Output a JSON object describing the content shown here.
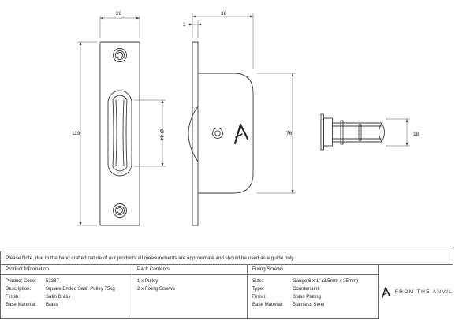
{
  "drawing": {
    "dims": {
      "width_front": "26",
      "height_front": "119",
      "slot": "Ø 44",
      "depth_side": "38",
      "plate_thick": "3",
      "case_height": "76",
      "wheel_width": "18"
    }
  },
  "note": {
    "text": "Please Note, due to the hand crafted nature of our products all measurements are approximate and should be used as a guide only."
  },
  "product": {
    "header": "Product Information",
    "rows": [
      {
        "k": "Product Code:",
        "v": "52387"
      },
      {
        "k": "Description:",
        "v": "Square Ended Sash Pulley 75kg"
      },
      {
        "k": "Finish:",
        "v": "Satin Brass"
      },
      {
        "k": "Base Material:",
        "v": "Brass"
      }
    ]
  },
  "pack": {
    "header": "Pack Contents",
    "items": [
      "1 x Pulley",
      "2 x Fixing Screws"
    ]
  },
  "screws": {
    "header": "Fixing Screws",
    "rows": [
      {
        "k": "Size:",
        "v": "Gauge 6 x 1\" (3.5mm x 25mm)"
      },
      {
        "k": "Type:",
        "v": "Countersunk"
      },
      {
        "k": "Finish:",
        "v": "Brass Plating"
      },
      {
        "k": "Base Material:",
        "v": "Stainless Steel"
      }
    ]
  },
  "brand": {
    "text": "FROM THE ANVIL"
  }
}
